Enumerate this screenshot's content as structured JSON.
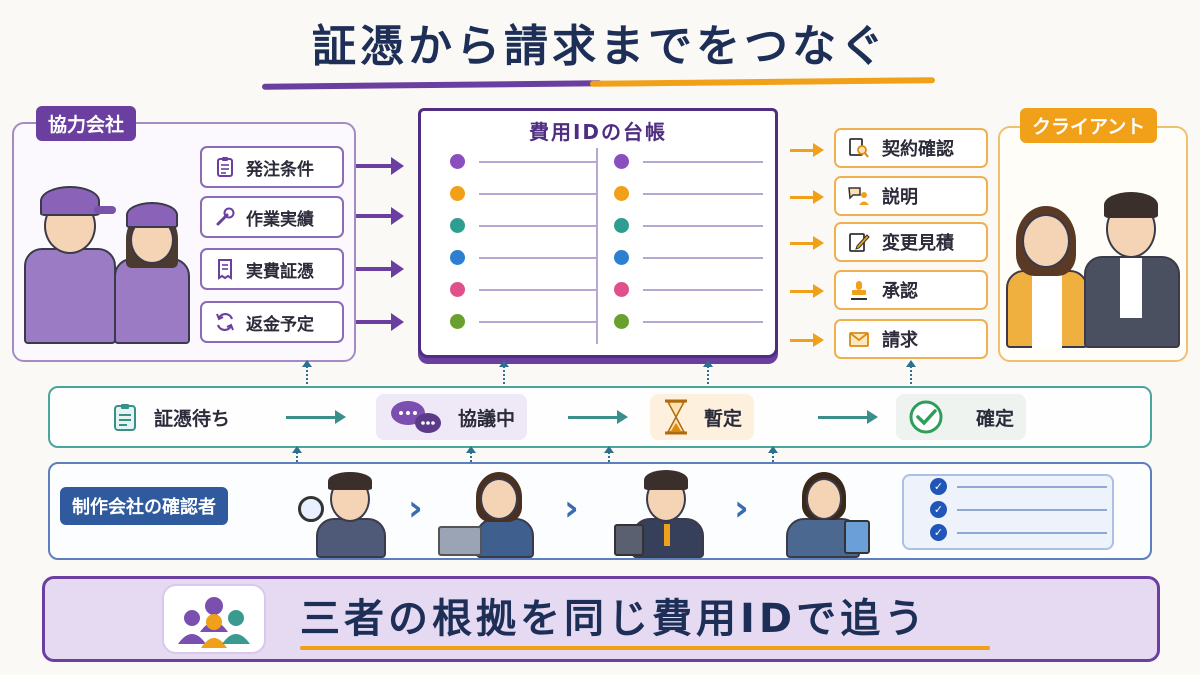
{
  "title": "証憑から請求までをつなぐ",
  "partner": {
    "label": "協力会社",
    "items": [
      {
        "label": "発注条件",
        "icon": "clipboard-icon"
      },
      {
        "label": "作業実績",
        "icon": "wrench-icon"
      },
      {
        "label": "実費証憑",
        "icon": "receipt-icon"
      },
      {
        "label": "返金予定",
        "icon": "refresh-icon"
      }
    ]
  },
  "ledger": {
    "title": "費用IDの台帳",
    "dot_colors": [
      "#8a4fbf",
      "#f0a019",
      "#2f9e8f",
      "#2f7fd0",
      "#e0508a",
      "#6aa02f"
    ]
  },
  "client": {
    "label": "クライアント",
    "items": [
      {
        "label": "契約確認",
        "icon": "document-search-icon"
      },
      {
        "label": "説明",
        "icon": "chat-person-icon"
      },
      {
        "label": "変更見積",
        "icon": "edit-icon"
      },
      {
        "label": "承認",
        "icon": "stamp-icon"
      },
      {
        "label": "請求",
        "icon": "envelope-icon"
      }
    ]
  },
  "status_flow": [
    {
      "label": "証憑待ち",
      "icon": "checklist-icon"
    },
    {
      "label": "協議中",
      "icon": "chat-bubbles-icon"
    },
    {
      "label": "暫定",
      "icon": "hourglass-icon"
    },
    {
      "label": "確定",
      "icon": "check-circle-icon"
    }
  ],
  "reviewer": {
    "label": "制作会社の確認者"
  },
  "banner": {
    "text": "三者の根拠を同じ費用IDで追う",
    "icon": "group-icon"
  },
  "colors": {
    "purple": "#6b3fa0",
    "orange": "#f0a019",
    "teal": "#3a8f8a",
    "navy": "#1e2f57",
    "blue": "#2f5a9e"
  }
}
